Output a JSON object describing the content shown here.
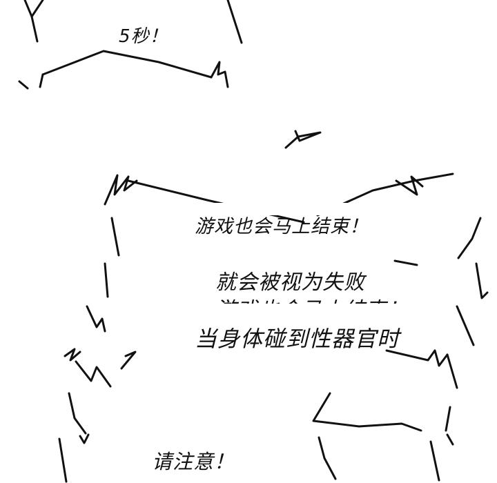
{
  "captions": {
    "countdown": "5秒！",
    "game_end_cut": "游戏也会马上结束！",
    "fail": "就会被视为失败",
    "game_end_cut2": "游戏也会马上结束！",
    "touch": "当身体碰到性器官时",
    "attention": "请注意！"
  },
  "colors": {
    "ink": "#111111",
    "paper": "#ffffff"
  }
}
